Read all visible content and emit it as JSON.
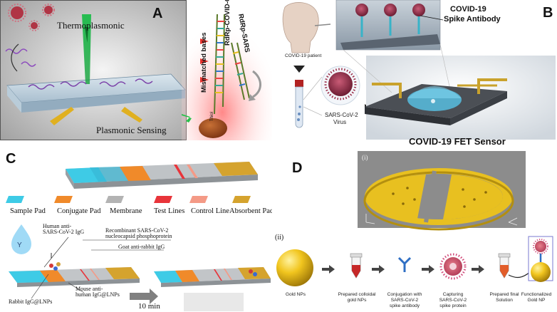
{
  "panels": {
    "a": {
      "letter": "A",
      "thermoplasmonic": "Thermoplasmonic",
      "plasmonic_sensing": "Plasmonic Sensing",
      "mismatched_bases": "Mismatched bases",
      "rdrp_covid": "RdRp-COVID-C",
      "rdrp_sars": "RdRp-SARS",
      "thiol": "Thiol"
    },
    "b": {
      "letter": "B",
      "patient": "COVID-19 patient",
      "virus_line1": "SARS-CoV-2",
      "virus_line2": "Virus",
      "antibody_line1": "COVID-19",
      "antibody_line2": "Spike Antibody",
      "sensor_title": "COVID-19 FET Sensor"
    },
    "c": {
      "letter": "C",
      "legend": [
        {
          "label": "Sample Pad",
          "color": "#3ecbe6"
        },
        {
          "label": "Conjugate Pad",
          "color": "#f08a2a"
        },
        {
          "label": "Membrane",
          "color": "#b3b3b3"
        },
        {
          "label": "Test Lines",
          "color": "#e8343a"
        },
        {
          "label": "Control Line",
          "color": "#f49a86"
        },
        {
          "label": "Absorbent Pad",
          "color": "#d5a32e"
        }
      ],
      "human_igg_line1": "Human anti-",
      "human_igg_line2": "SARS-CoV-2 IgG",
      "recomb_line1": "Recombinant SARS-CoV-2",
      "recomb_line2": "nucleocapsid phosphoprotein",
      "goat": "Goat anti-rabbit IgG",
      "mouse_line1": "Mouse anti-",
      "mouse_line2": "human IgG@LNPs",
      "rabbit": "Rabbit IgG@LNPs",
      "time": "10 min"
    },
    "d": {
      "letter": "D",
      "sub_i": "(i)",
      "sub_ii": "(ii)",
      "steps": [
        {
          "line1": "Gold NPs",
          "line2": ""
        },
        {
          "line1": "Prepared colloidal",
          "line2": "gold NPs"
        },
        {
          "line1": "Conjugation with",
          "line2": "SARS-CoV-2",
          "line3": "spike antibody"
        },
        {
          "line1": "Capturing",
          "line2": "SARS-CoV-2",
          "line3": "spike protein"
        },
        {
          "line1": "Prepared final",
          "line2": "Solution"
        },
        {
          "line1": "Functionalized",
          "line2": "Gold NP"
        }
      ]
    }
  },
  "colors": {
    "gold": "#e8c020",
    "sample_pad": "#3ecbe6",
    "conjugate_pad": "#f08a2a",
    "absorbent_pad": "#d5a32e",
    "virus": "#9b2f4a"
  }
}
